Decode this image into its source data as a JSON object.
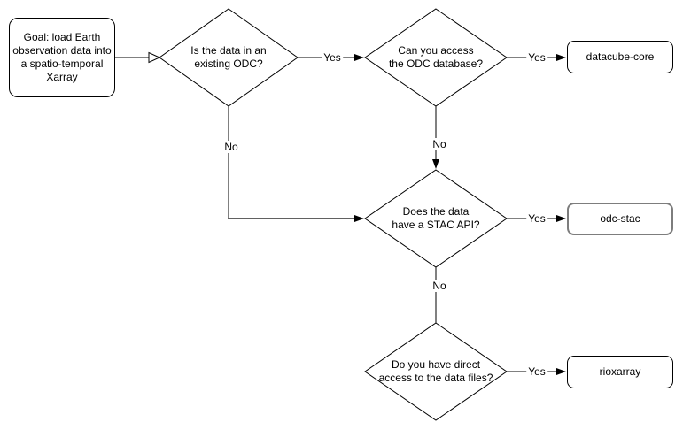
{
  "diagram": {
    "start": {
      "lines": [
        "Goal: load Earth",
        "observation data into",
        "a spatio-temporal",
        "Xarray"
      ]
    },
    "decisions": [
      {
        "id": "existing-odc",
        "lines": [
          "Is the data in an",
          "existing ODC?"
        ]
      },
      {
        "id": "odc-database",
        "lines": [
          "Can you access",
          "the ODC database?"
        ]
      },
      {
        "id": "stac-api",
        "lines": [
          "Does the data",
          "have a STAC API?"
        ]
      },
      {
        "id": "direct-access",
        "lines": [
          "Do you have direct",
          "access to the data files?"
        ]
      }
    ],
    "results": [
      {
        "id": "datacube-core",
        "label": "datacube-core"
      },
      {
        "id": "odc-stac",
        "label": "odc-stac"
      },
      {
        "id": "rioxarray",
        "label": "rioxarray"
      }
    ],
    "edge_labels": {
      "d1_yes": "Yes",
      "d1_no": "No",
      "d2_yes": "Yes",
      "d2_no": "No",
      "d3_yes": "Yes",
      "d3_no": "No",
      "d4_yes": "Yes"
    },
    "colors": {
      "background": "#ffffff",
      "stroke": "#000000",
      "node_fill": "#ffffff",
      "text": "#000000",
      "odc_stac_border": "#7d7d7d",
      "elbow_segment": "#616161"
    }
  }
}
